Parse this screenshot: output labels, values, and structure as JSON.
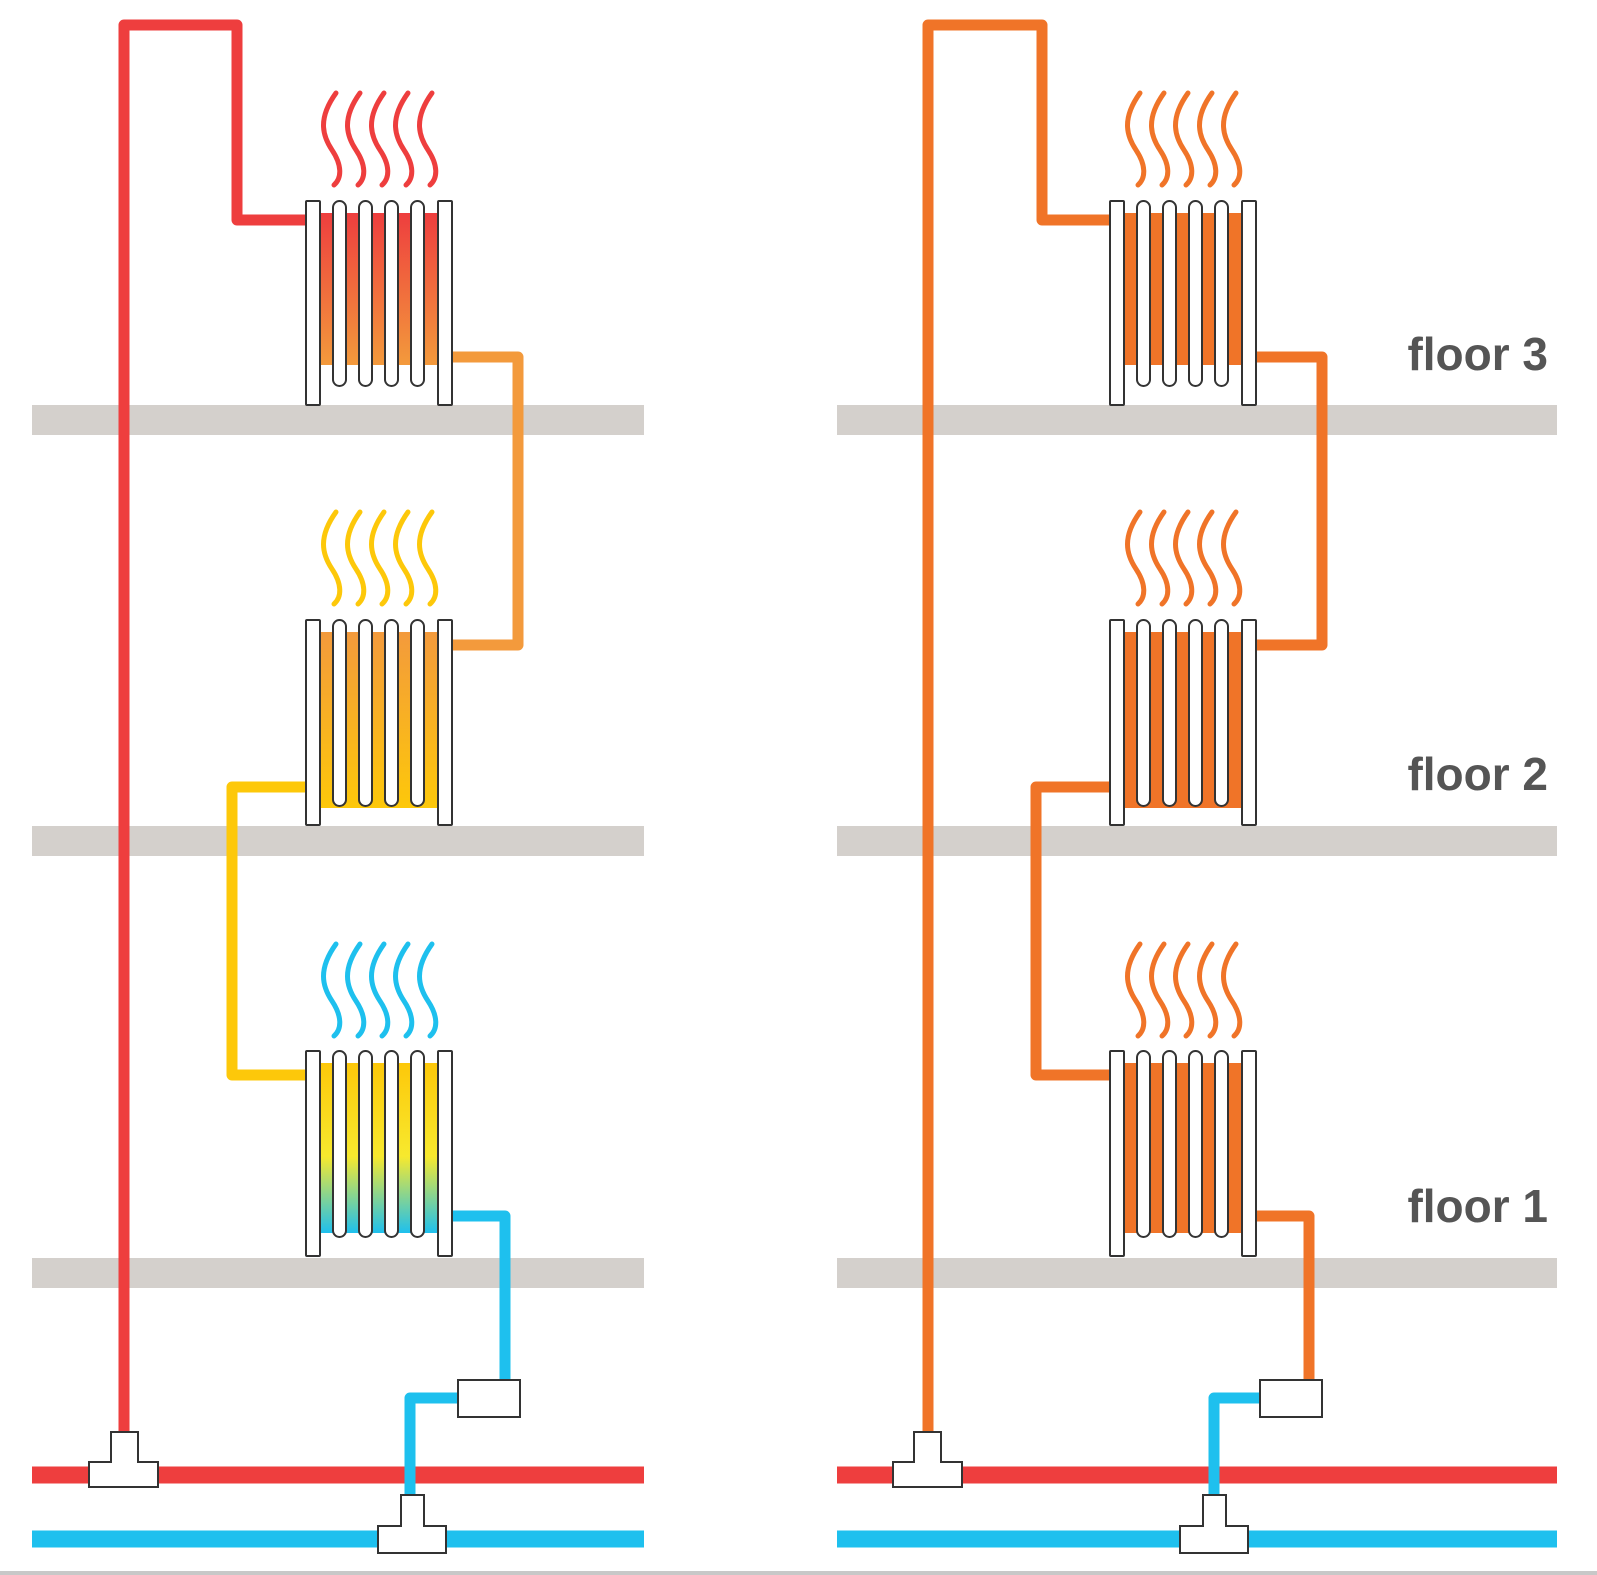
{
  "floor_labels": {
    "floor3": "floor 3",
    "floor2": "floor 2",
    "floor1": "floor 1"
  },
  "colors": {
    "supply_red": "#ee3e3e",
    "return_blue": "#1ec0ee",
    "orange": "#f07428",
    "light_orange": "#f39a3c",
    "yellow": "#fdc80a",
    "floor_slab": "#d4d0cc",
    "radiator_outline": "#333333"
  },
  "systems": [
    {
      "id": "left",
      "description_none": ""
    },
    {
      "id": "right",
      "description_none": ""
    }
  ]
}
